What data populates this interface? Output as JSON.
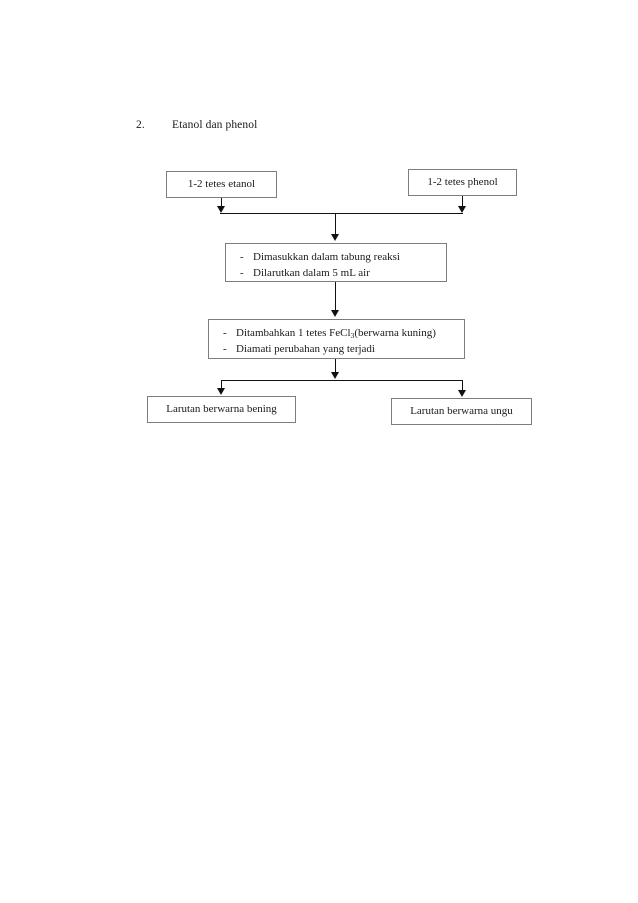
{
  "document": {
    "heading": {
      "number": "2.",
      "text": "Etanol dan phenol"
    }
  },
  "flowchart": {
    "type": "procedure-flowchart",
    "inputs": [
      {
        "id": "etanol",
        "label": "1-2 tetes etanol"
      },
      {
        "id": "phenol",
        "label": "1-2 tetes phenol"
      }
    ],
    "steps": [
      {
        "id": "step1",
        "lines": [
          "Dimasukkan dalam tabung reaksi",
          "Dilarutkan dalam 5 mL air"
        ]
      },
      {
        "id": "step2",
        "lines": [
          "Ditambahkan 1 tetes FeCl3(berwarna kuning)",
          "Diamati perubahan yang terjadi"
        ],
        "line1_prefix": "Ditambahkan 1 tetes FeCl",
        "line1_subscript": "3",
        "line1_suffix": "(berwarna kuning)"
      }
    ],
    "results": [
      {
        "id": "bening",
        "label": "Larutan berwarna bening"
      },
      {
        "id": "ungu",
        "label": "Larutan berwarna ungu"
      }
    ],
    "bullet": "-",
    "colors": {
      "box_border": "#7d7d7d",
      "connector": "#111111",
      "text": "#1a1a1a",
      "background": "#ffffff"
    }
  }
}
